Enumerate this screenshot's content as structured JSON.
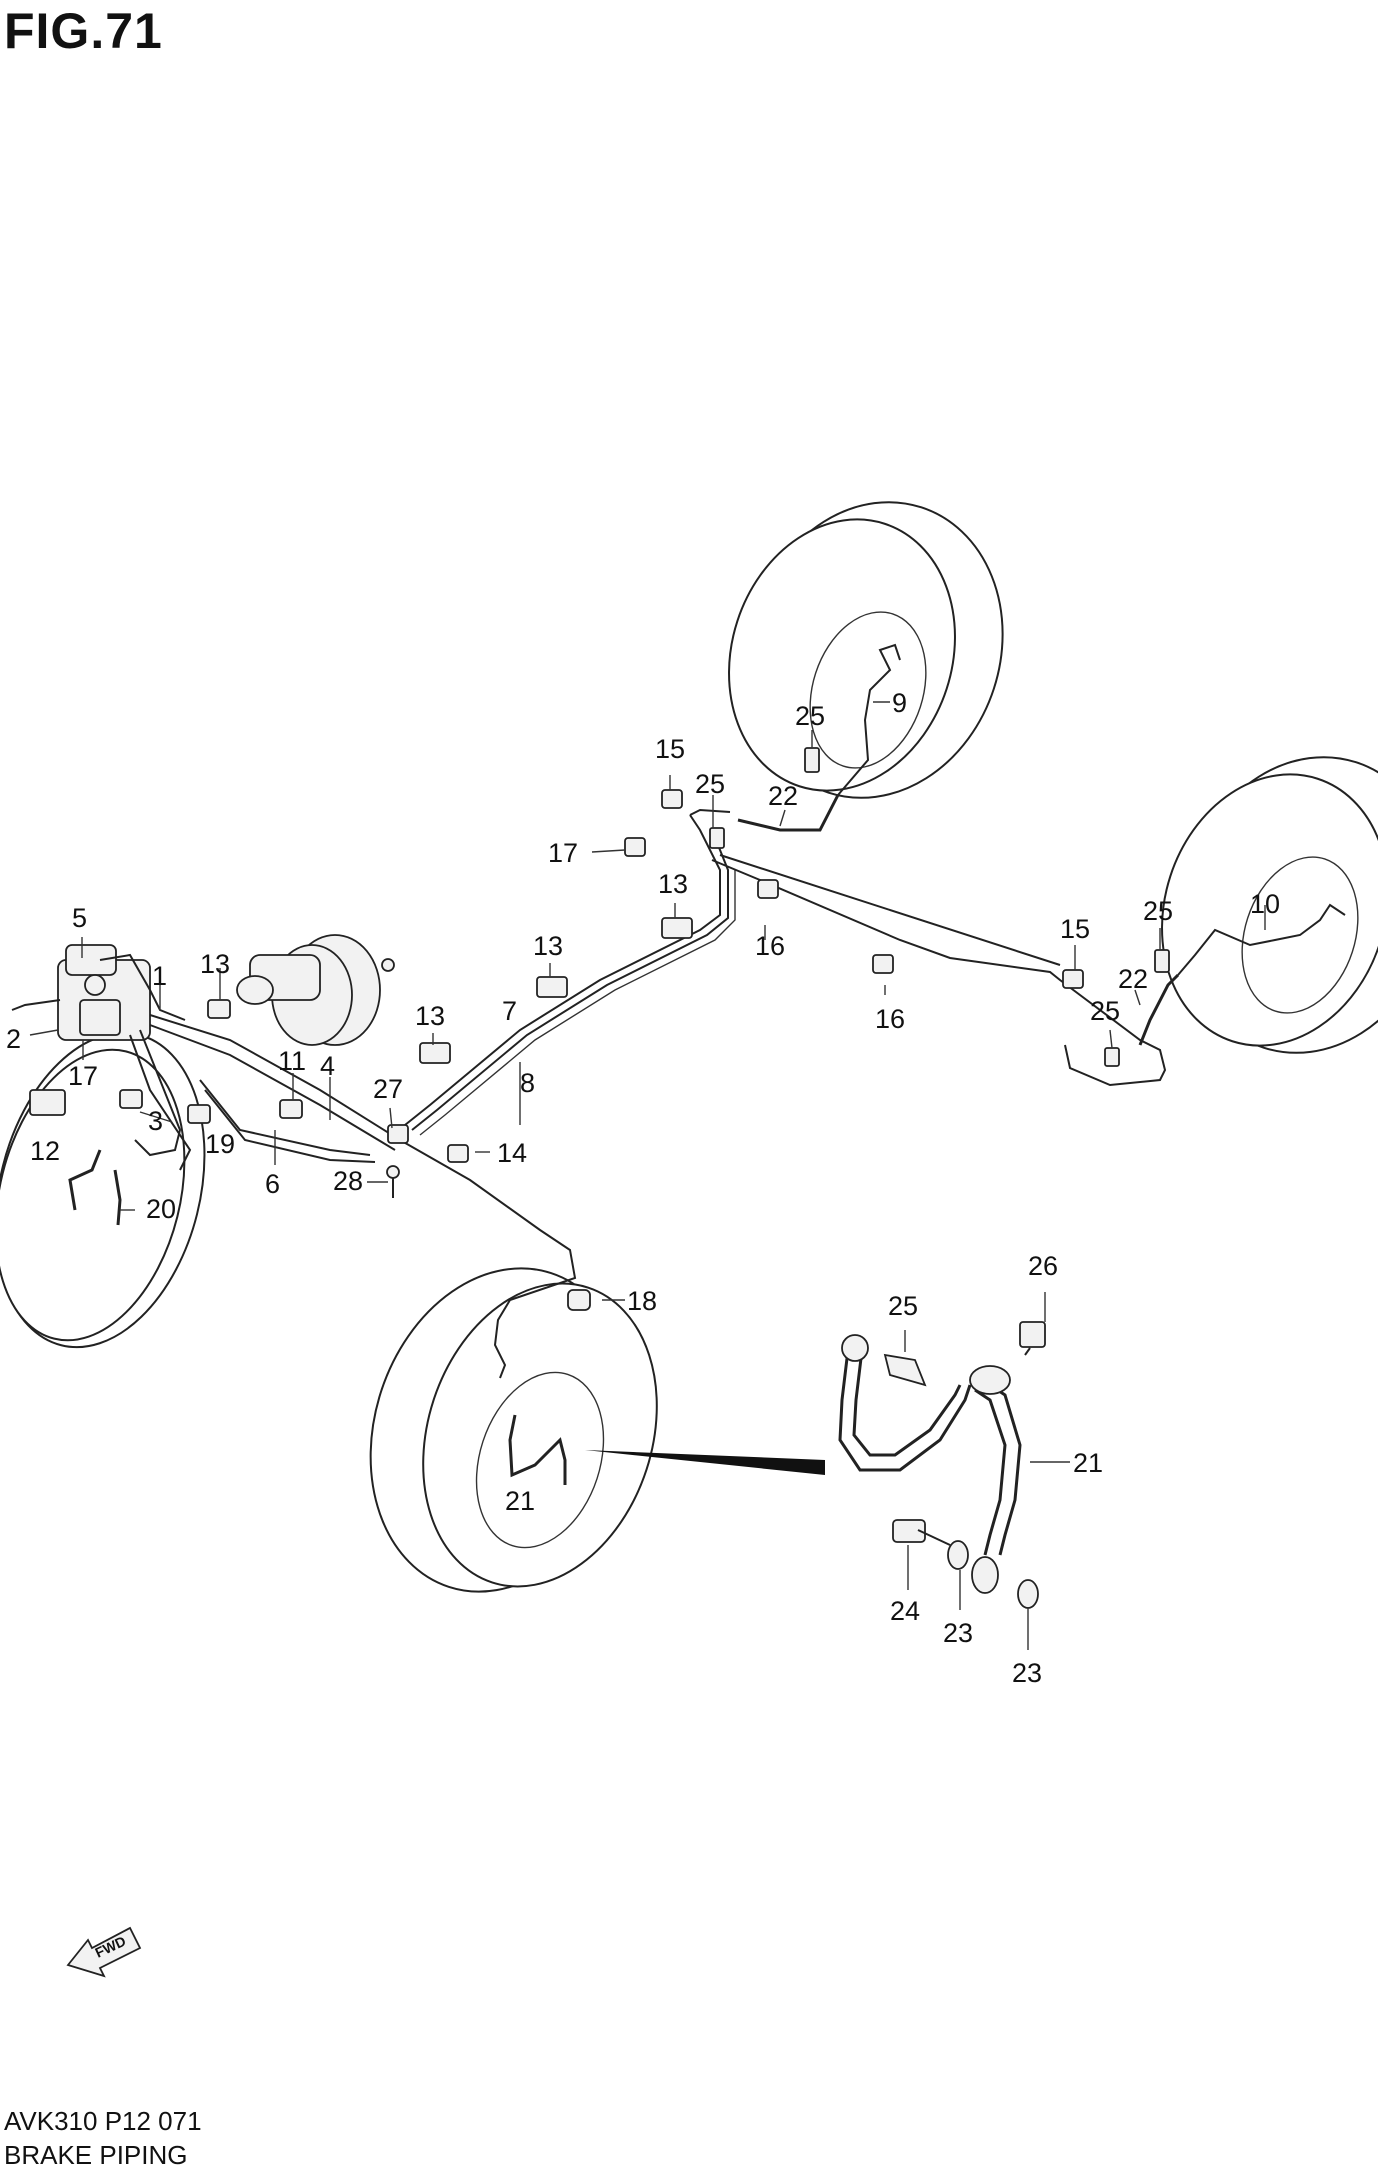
{
  "figure": {
    "title": "FIG.71",
    "code": "AVK310 P12 071",
    "name": "BRAKE PIPING",
    "fwd_label": "FWD"
  },
  "labels": [
    {
      "id": "l5",
      "text": "5"
    },
    {
      "id": "l2",
      "text": "2"
    },
    {
      "id": "l1",
      "text": "1"
    },
    {
      "id": "l17a",
      "text": "17"
    },
    {
      "id": "l3",
      "text": "3"
    },
    {
      "id": "l12",
      "text": "12"
    },
    {
      "id": "l19",
      "text": "19"
    },
    {
      "id": "l20",
      "text": "20"
    },
    {
      "id": "l13a",
      "text": "13"
    },
    {
      "id": "l11",
      "text": "11"
    },
    {
      "id": "l4",
      "text": "4"
    },
    {
      "id": "l6",
      "text": "6"
    },
    {
      "id": "l27",
      "text": "27"
    },
    {
      "id": "l28",
      "text": "28"
    },
    {
      "id": "l13b",
      "text": "13"
    },
    {
      "id": "l13c",
      "text": "13"
    },
    {
      "id": "l7",
      "text": "7"
    },
    {
      "id": "l8",
      "text": "8"
    },
    {
      "id": "l14",
      "text": "14"
    },
    {
      "id": "l17b",
      "text": "17"
    },
    {
      "id": "l13d",
      "text": "13"
    },
    {
      "id": "l15a",
      "text": "15"
    },
    {
      "id": "l25a",
      "text": "25"
    },
    {
      "id": "l22a",
      "text": "22"
    },
    {
      "id": "l25b",
      "text": "25"
    },
    {
      "id": "l9",
      "text": "9"
    },
    {
      "id": "l16a",
      "text": "16"
    },
    {
      "id": "l16b",
      "text": "16"
    },
    {
      "id": "l15b",
      "text": "15"
    },
    {
      "id": "l25c",
      "text": "25"
    },
    {
      "id": "l25d",
      "text": "25"
    },
    {
      "id": "l22b",
      "text": "22"
    },
    {
      "id": "l10",
      "text": "10"
    },
    {
      "id": "l18",
      "text": "18"
    },
    {
      "id": "l21a",
      "text": "21"
    },
    {
      "id": "l21b",
      "text": "21"
    },
    {
      "id": "l26",
      "text": "26"
    },
    {
      "id": "l25e",
      "text": "25"
    },
    {
      "id": "l24",
      "text": "24"
    },
    {
      "id": "l23a",
      "text": "23"
    },
    {
      "id": "l23b",
      "text": "23"
    }
  ]
}
